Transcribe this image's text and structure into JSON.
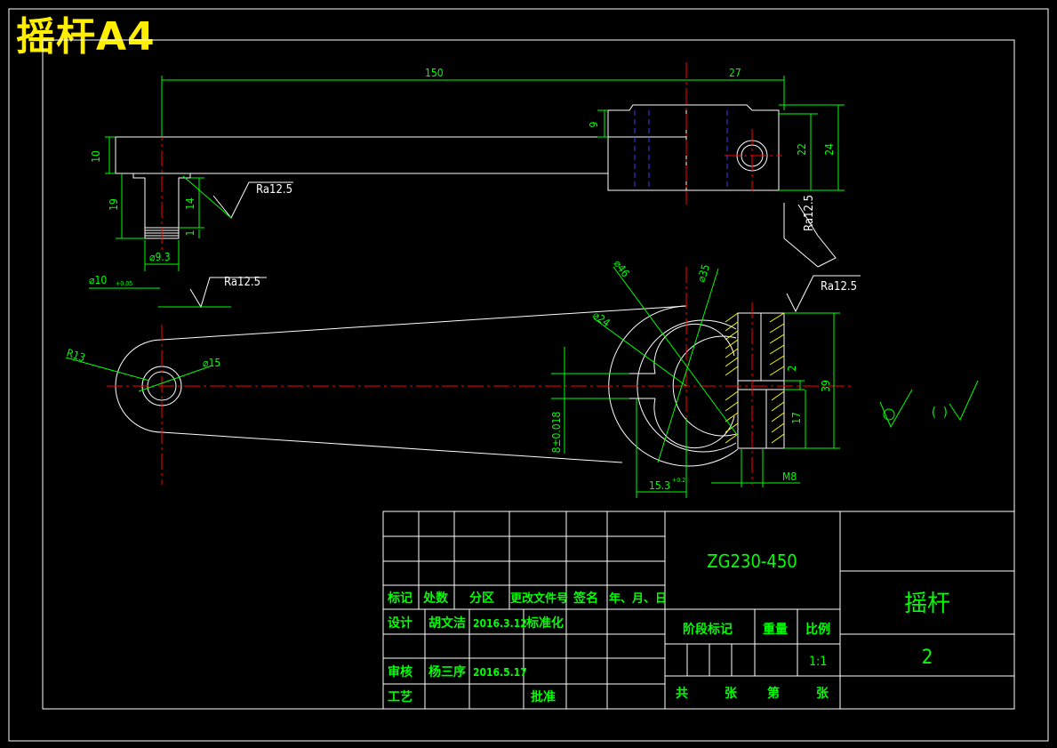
{
  "header": {
    "title": "摇杆A4"
  },
  "colors": {
    "background": "#000000",
    "outline": "#ffffff",
    "dimension": "#00ff00",
    "centerline": "#ff0000",
    "hidden": "#3b3bff",
    "hatch": "#ffff00",
    "title": "#ffee00"
  },
  "dimensions": {
    "length_150": "150",
    "length_27": "27",
    "t_9": "9",
    "h_10": "10",
    "h_19": "19",
    "h_14": "14",
    "h_1": "1",
    "d_9_3": "⌀9.3",
    "d_10": "⌀10",
    "d_10_tol": "+0.05",
    "h_22": "22",
    "h_24": "24",
    "r_13": "R13",
    "d_15": "⌀15",
    "d_46": "⌀46",
    "d_35": "⌀35",
    "d_24": "⌀24",
    "slot_8": "8±0.018",
    "w_15_3": "15.3",
    "w_15_3_tol": "+0.2",
    "h_2": "2",
    "h_39": "39",
    "h_17": "17",
    "thread_m8": "M8"
  },
  "roughness": {
    "r1": "Ra12.5",
    "r2": "Ra12.5",
    "r3": "Ra12.5",
    "r4": "Ra12.5",
    "general": "(  )"
  },
  "title_block": {
    "material": "ZG230-450",
    "part_name": "摇杆",
    "drawing_no": "2",
    "headers": {
      "mark": "标记",
      "count": "处数",
      "zone": "分区",
      "change_doc": "更改文件号",
      "signature": "签名",
      "date": "年、月、日"
    },
    "design_label": "设计",
    "designer": "胡文洁",
    "design_date": "2016.3.12",
    "standardization": "标准化",
    "review_label": "审核",
    "reviewer": "杨三序",
    "review_date": "2016.5.17",
    "process_label": "工艺",
    "approve_label": "批准",
    "stage_mark": "阶段标记",
    "weight": "重量",
    "scale_label": "比例",
    "scale": "1:1",
    "total_label": "共",
    "sheet_label": "张",
    "page_label": "第",
    "sheet_label2": "张"
  }
}
